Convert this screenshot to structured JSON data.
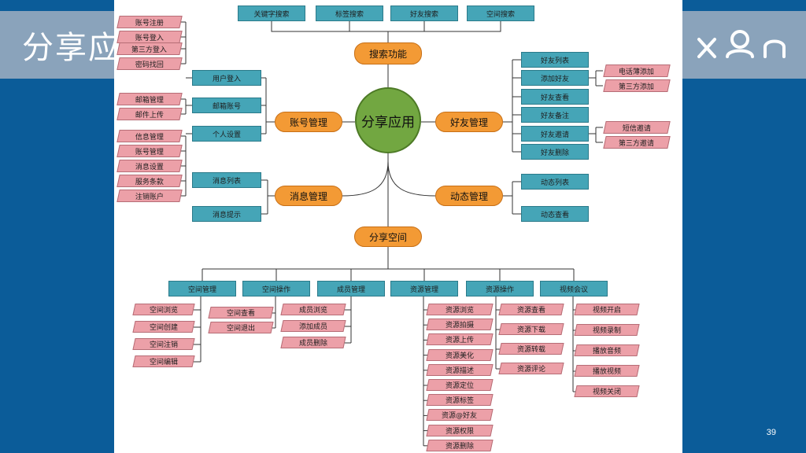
{
  "slide": {
    "title": "分享应用",
    "page_number": "39"
  },
  "logo": {
    "text": "XQR"
  },
  "diagram": {
    "center": "分享应用",
    "search": {
      "label": "搜索功能",
      "items": [
        "关键字搜索",
        "标签搜索",
        "好友搜索",
        "空间搜索"
      ]
    },
    "account": {
      "label": "账号管理",
      "groups": [
        {
          "label": "用户登入",
          "items": [
            "账号注册",
            "账号登入",
            "第三方登入",
            "密码找回"
          ]
        },
        {
          "label": "邮箱账号",
          "items": [
            "邮箱管理",
            "邮件上传"
          ]
        },
        {
          "label": "个人设置",
          "items": [
            "信息管理",
            "账号管理",
            "消息设置",
            "服务条款",
            "注销账户"
          ]
        }
      ]
    },
    "friends": {
      "label": "好友管理",
      "items": [
        "好友列表",
        "添加好友",
        "好友查看",
        "好友备注",
        "好友邀请",
        "好友删除"
      ],
      "add_sub": [
        "电话薄添加",
        "第三方添加"
      ],
      "invite_sub": [
        "短信邀请",
        "第三方邀请"
      ]
    },
    "message": {
      "label": "消息管理",
      "items": [
        "消息列表",
        "消息提示"
      ]
    },
    "dynamic": {
      "label": "动态管理",
      "items": [
        "动态列表",
        "动态查看"
      ]
    },
    "space": {
      "label": "分享空间",
      "groups": [
        {
          "label": "空间管理",
          "items": [
            "空间浏览",
            "空间创建",
            "空间注销",
            "空间编辑"
          ]
        },
        {
          "label": "空间操作",
          "items": [
            "空间查看",
            "空间退出"
          ]
        },
        {
          "label": "成员管理",
          "items": [
            "成员浏览",
            "添加成员",
            "成员删除"
          ]
        },
        {
          "label": "资源管理",
          "items": [
            "资源浏览",
            "资源拍摄",
            "资源上传",
            "资源美化",
            "资源描述",
            "资源定位",
            "资源标签",
            "资源@好友",
            "资源权限",
            "资源删除"
          ]
        },
        {
          "label": "资源操作",
          "items": [
            "资源查看",
            "资源下载",
            "资源转载",
            "资源评论"
          ]
        },
        {
          "label": "视频会议",
          "items": [
            "视频开启",
            "视频录制",
            "播放音频",
            "播放视频",
            "视频关闭"
          ]
        }
      ]
    }
  }
}
